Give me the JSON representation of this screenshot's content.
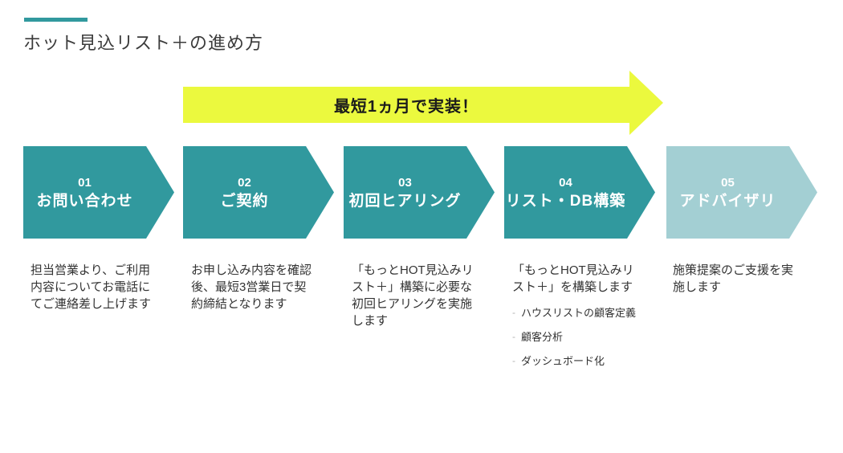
{
  "page": {
    "title": "ホット見込リスト＋の進め方"
  },
  "banner": {
    "label": "最短1ヵ月で実装！",
    "color": "#EBF93E"
  },
  "colors": {
    "step_teal": "#31999E",
    "step_light_teal": "#A3CFD3",
    "accent_line": "#31999E",
    "text": "#333333"
  },
  "steps": [
    {
      "number": "01",
      "label": "お問い合わせ",
      "description": "担当営業より、ご利用\n内容についてお電話に\nてご連絡差し上げます"
    },
    {
      "number": "02",
      "label": "ご契約",
      "description": "お申し込み内容を確認\n後、最短3営業日で契\n約締結となります"
    },
    {
      "number": "03",
      "label": "初回ヒアリング",
      "description": "「もっとHOT見込みリ\nスト＋」構築に必要な\n初回ヒアリングを実施\nします"
    },
    {
      "number": "04",
      "label": "リスト・DB構築",
      "description": "「もっとHOT見込みリ\nスト＋」を構築します",
      "bullets": [
        "ハウスリストの顧客定義",
        "顧客分析",
        "ダッシュボード化"
      ]
    },
    {
      "number": "05",
      "label": "アドバイザリ",
      "description": "施策提案のご支援を実\n施します"
    }
  ]
}
